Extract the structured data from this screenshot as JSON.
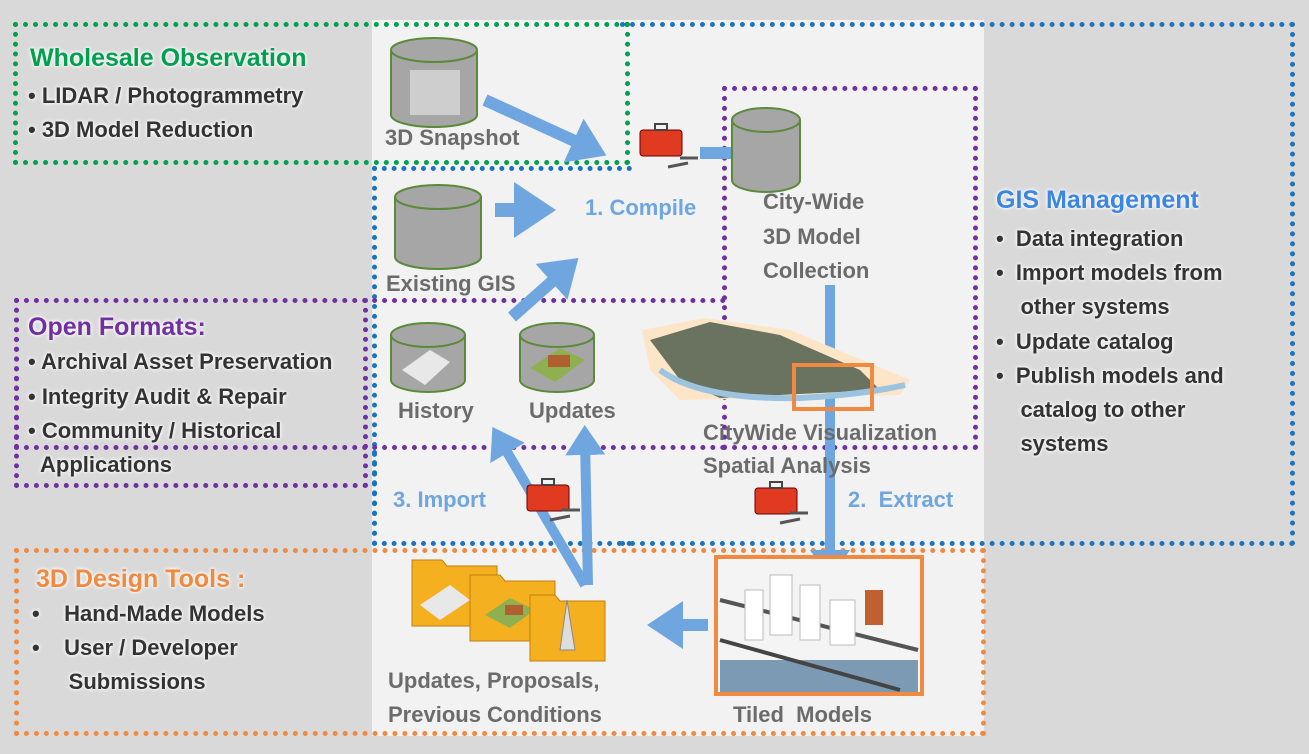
{
  "sections": {
    "wholesale": {
      "title": "Wholesale Observation",
      "bullets": [
        "• LIDAR / Photogrammetry",
        "• 3D Model Reduction"
      ],
      "color": "#00a050"
    },
    "open_formats": {
      "title": "Open Formats:",
      "bullets": [
        "• Archival Asset Preservation",
        "• Integrity Audit & Repair",
        "• Community / Historical",
        "  Applications"
      ],
      "color": "#7030a0"
    },
    "design_tools": {
      "title": "3D Design Tools :",
      "bullets": [
        "•    Hand-Made Models",
        "•    User / Developer",
        "      Submissions"
      ],
      "color": "#f08a40"
    },
    "gis_management": {
      "title": "GIS Management",
      "bullets": [
        "•  Data integration",
        "•  Import models from",
        "    other systems",
        "•  Update catalog",
        "•  Publish models and",
        "    catalog to other",
        "    systems"
      ],
      "color": "#3a86e0"
    }
  },
  "nodes": {
    "snapshot": "3D Snapshot",
    "existing_gis": "Existing GIS",
    "citywide_1": "City-Wide",
    "citywide_2": "3D Model",
    "citywide_3": "Collection",
    "history": "History",
    "updates": "Updates",
    "visualization_1": "CityWide Visualization",
    "visualization_2": "Spatial Analysis",
    "folders_1": "Updates, Proposals,",
    "folders_2": "Previous Conditions",
    "tiled": "Tiled  Models"
  },
  "steps": {
    "compile": "1. Compile",
    "extract": "2.  Extract",
    "import": "3. Import"
  },
  "icons": {
    "database": "database-cylinder-icon",
    "toolbox": "toolbox-icon",
    "folder": "folder-icon",
    "map": "city-map-image",
    "tiles": "tiled-models-image"
  },
  "colors": {
    "arrow": "#6fa6e0",
    "node_text": "#6b6b6b",
    "bullet_text": "#333333"
  }
}
